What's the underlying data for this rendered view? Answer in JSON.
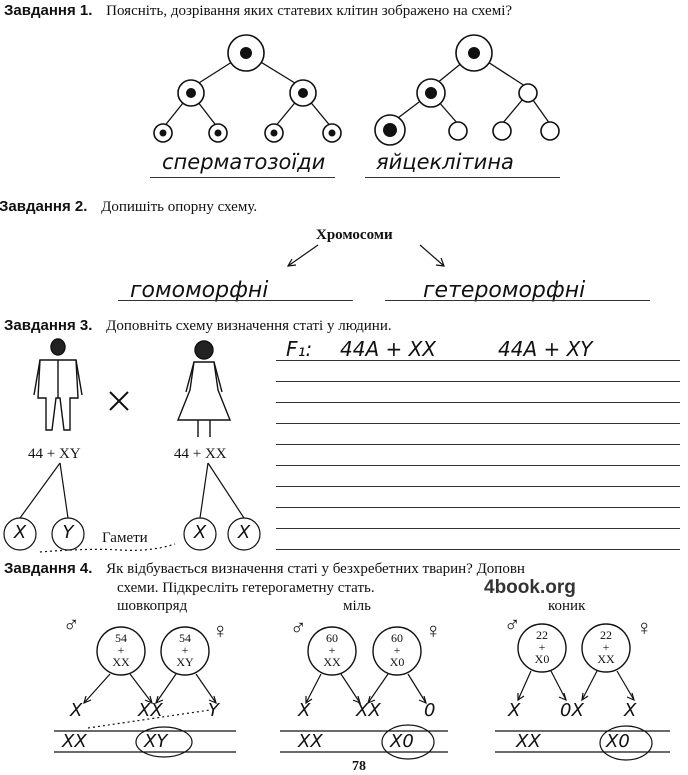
{
  "task1": {
    "label": "Завдання 1.",
    "text": "Поясніть, дозрівання яких статевих клітин зображено на схемі?",
    "left_answer": "сперматозоїди",
    "right_answer": "яйцеклітина"
  },
  "task2": {
    "label": "Завдання 2.",
    "text": "Допишіть опорну схему.",
    "center": "Хромосоми",
    "left_answer": "гомоморфні",
    "right_answer": "гетероморфні"
  },
  "task3": {
    "label": "Завдання 3.",
    "text": "Доповніть схему визначення статі у людини.",
    "male_formula": "44 + XY",
    "female_formula": "44 + XX",
    "gametes_label": "Гамети",
    "male_gametes": [
      "X",
      "Y"
    ],
    "female_gametes": [
      "X",
      "X"
    ],
    "f1_label": "F₁:",
    "f1_left": "44A + XX",
    "f1_right": "44A + XY"
  },
  "task4": {
    "label": "Завдання 4.",
    "text_line1": "Як відбувається визначення статі у безхребетних тварин? Доповн",
    "text_line2": "схеми. Підкресліть гетерогаметну стать.",
    "watermark": "4book.org",
    "groups": [
      {
        "name": "шовкопряд",
        "left": {
          "num": "54",
          "plus": "+",
          "chrom": "XX"
        },
        "right": {
          "num": "54",
          "plus": "+",
          "chrom": "XY"
        },
        "gametes": [
          "X",
          "XX",
          "Y"
        ],
        "offspring": [
          "XX",
          "XY"
        ]
      },
      {
        "name": "міль",
        "left": {
          "num": "60",
          "plus": "+",
          "chrom": "XX"
        },
        "right": {
          "num": "60",
          "plus": "+",
          "chrom": "X0"
        },
        "gametes": [
          "X",
          "XX",
          "0"
        ],
        "offspring": [
          "XX",
          "X0"
        ]
      },
      {
        "name": "коник",
        "left": {
          "num": "22",
          "plus": "+",
          "chrom": "X0"
        },
        "right": {
          "num": "22",
          "plus": "+",
          "chrom": "XX"
        },
        "gametes": [
          "X",
          "0X",
          "X"
        ],
        "offspring": [
          "XX",
          "X0"
        ]
      }
    ],
    "male_symbol": "♂",
    "female_symbol": "♀"
  },
  "page_number": "78"
}
